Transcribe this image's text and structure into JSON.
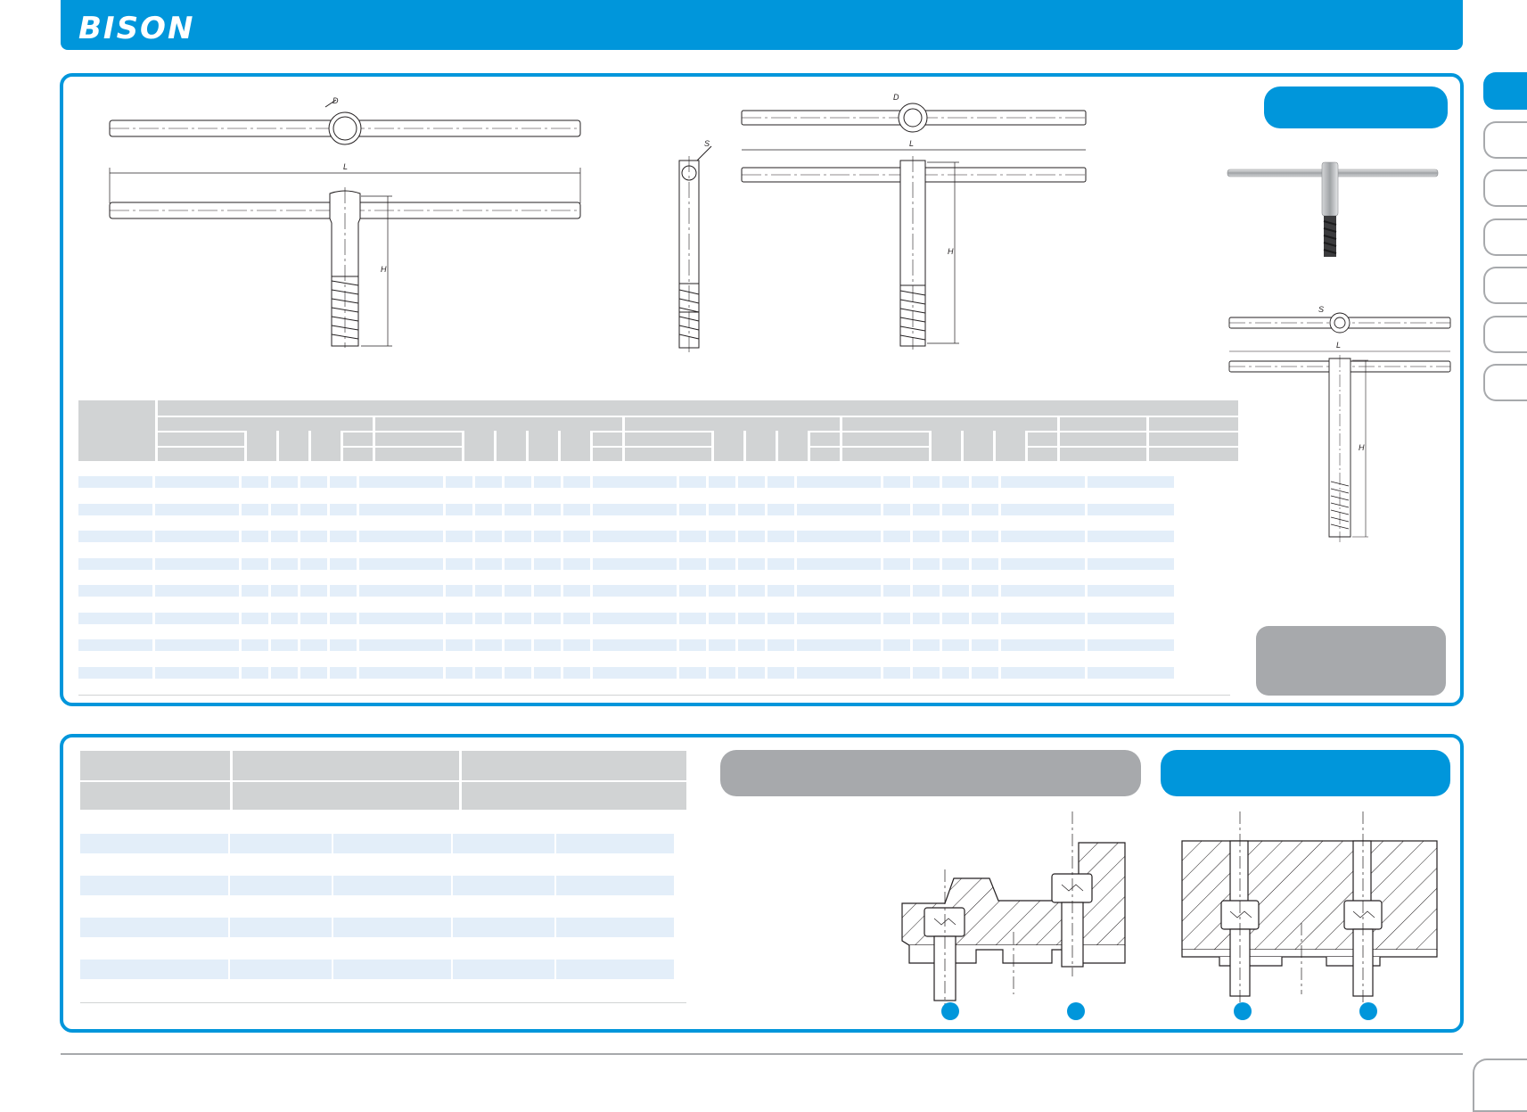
{
  "brand": {
    "logo_text": "BISON",
    "accent": "#0096db",
    "panel_gray": "#a7a9ac",
    "row_tint": "#e3eef9"
  },
  "drawings": {
    "key_a": {
      "labels": [
        "D",
        "L",
        "H"
      ]
    },
    "key_b_side": {
      "labels": [
        "S"
      ]
    },
    "key_b_front": {
      "labels": [
        "D",
        "L",
        "H"
      ]
    },
    "key_c": {
      "labels": [
        "S",
        "L",
        "H"
      ]
    }
  },
  "mount_figures": {
    "icons": [
      "bolt-icon",
      "bolt-icon",
      "bolt-icon",
      "bolt-icon"
    ]
  },
  "side_tabs": {
    "count": 7,
    "active_index": 0
  }
}
